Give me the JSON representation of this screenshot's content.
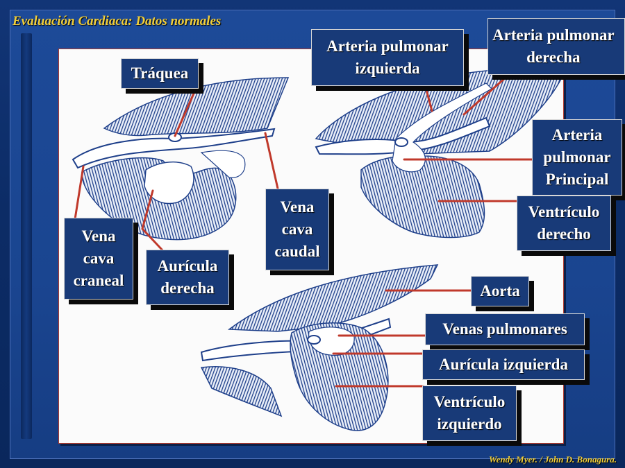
{
  "slide": {
    "title": "Evaluación Cardiaca: Datos normales",
    "credit": "Wendy Myer. /  John D. Bonagura."
  },
  "labels": {
    "traquea": "Tráquea",
    "vena_cava_craneal": "Vena\ncava\ncraneal",
    "auricula_derecha": "Aurícula\nderecha",
    "vena_cava_caudal": "Vena\ncava\ncaudal",
    "arteria_pulmonar_izquierda": "Arteria pulmonar\nizquierda",
    "arteria_pulmonar_derecha": "Arteria pulmonar\nderecha",
    "arteria_pulmonar_principal": "Arteria\npulmonar\nPrincipal",
    "ventriculo_derecho": "Ventrículo\nderecho",
    "aorta": "Aorta",
    "venas_pulmonares": "Venas pulmonares",
    "auricula_izquierda": "Aurícula izquierda",
    "ventriculo_izquierdo": "Ventrículo\nizquierdo"
  },
  "colors": {
    "background": "#0d2a62",
    "panel": "#1a4590",
    "title_text": "#f2cf3a",
    "label_box": "#183a78",
    "label_text": "#ffffff",
    "leader_line": "#c0392b",
    "hatch": "#1e3f8a"
  }
}
